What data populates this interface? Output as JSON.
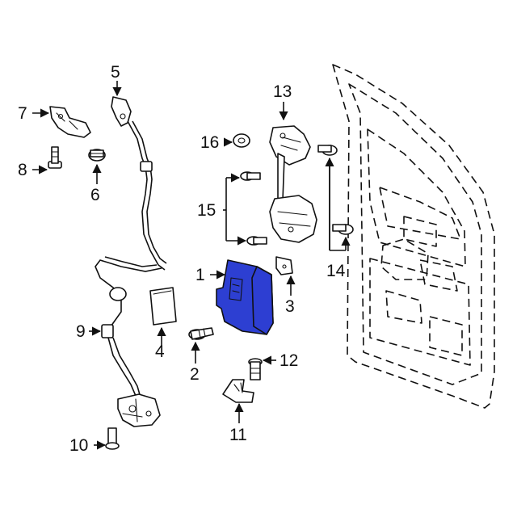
{
  "highlight_color": "#2d3fd2",
  "callouts": {
    "c1": "1",
    "c2": "2",
    "c3": "3",
    "c4": "4",
    "c5": "5",
    "c6": "6",
    "c7": "7",
    "c8": "8",
    "c9": "9",
    "c10": "10",
    "c11": "11",
    "c12": "12",
    "c13": "13",
    "c14": "14",
    "c15": "15",
    "c16": "16"
  }
}
